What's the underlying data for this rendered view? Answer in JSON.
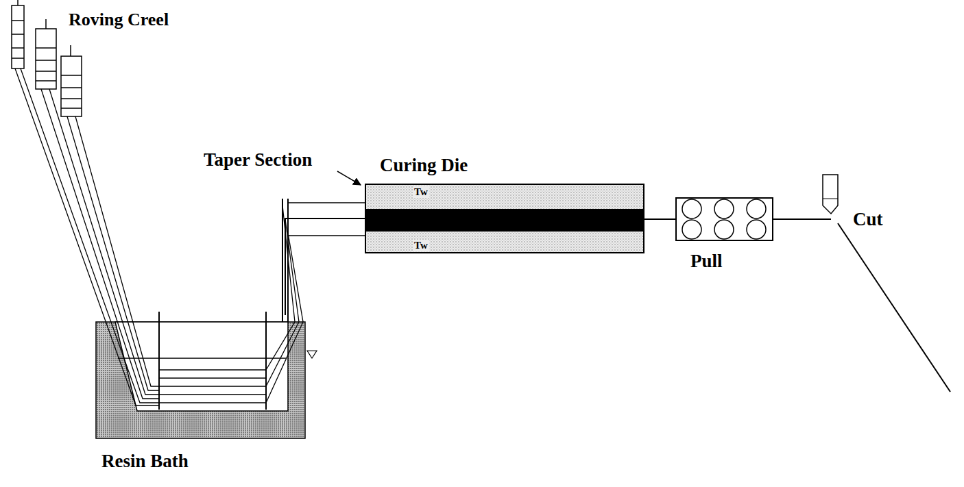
{
  "diagram": {
    "nodes": [
      {
        "text": [
          "Curing Die",
          "Tw",
          "Tw"
        ]
      },
      {
        "text": [
          "Pull"
        ]
      },
      {
        "text": [
          "Resin Bath"
        ]
      }
    ],
    "edges": [
      {
        "from": 2,
        "to": 0,
        "arrow": "none"
      },
      {
        "from": 0,
        "to": 1,
        "arrow": "none"
      }
    ],
    "labels": [
      "Roving Creel",
      "Taper Section",
      "Cut"
    ]
  }
}
